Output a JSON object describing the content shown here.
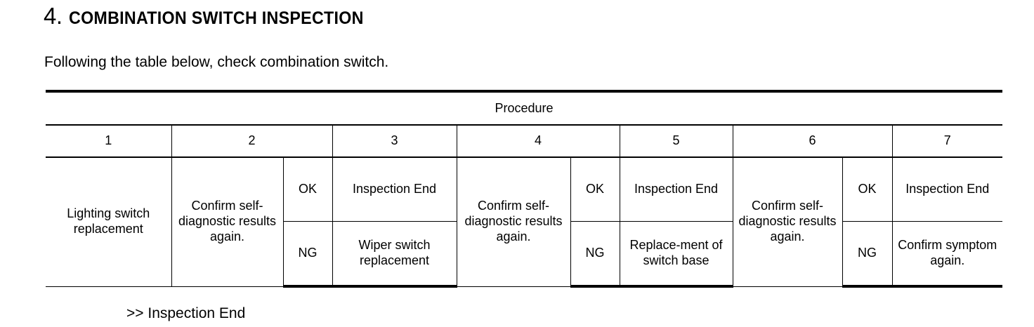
{
  "heading": {
    "number": "4.",
    "title": "COMBINATION SWITCH INSPECTION"
  },
  "intro": "Following the table below, check combination switch.",
  "table": {
    "header_label": "Procedure",
    "column_numbers": [
      "1",
      "2",
      "3",
      "4",
      "5",
      "6",
      "7"
    ],
    "judgement_ok": "OK",
    "judgement_ng": "NG",
    "cells": {
      "col1": "Lighting switch replacement",
      "col2": "Confirm self-diagnostic results again.",
      "col3_ok": "Inspection End",
      "col3_ng": "Wiper switch replacement",
      "col4": "Confirm self-diagnostic results again.",
      "col5_ok": "Inspection End",
      "col5_ng": "Replace-ment of switch base",
      "col6": "Confirm self-diagnostic results again.",
      "col7_ok": "Inspection End",
      "col7_ng": "Confirm symptom again."
    }
  },
  "footer_note": ">> Inspection End",
  "colors": {
    "text": "#000000",
    "background": "#ffffff",
    "rule": "#000000"
  }
}
